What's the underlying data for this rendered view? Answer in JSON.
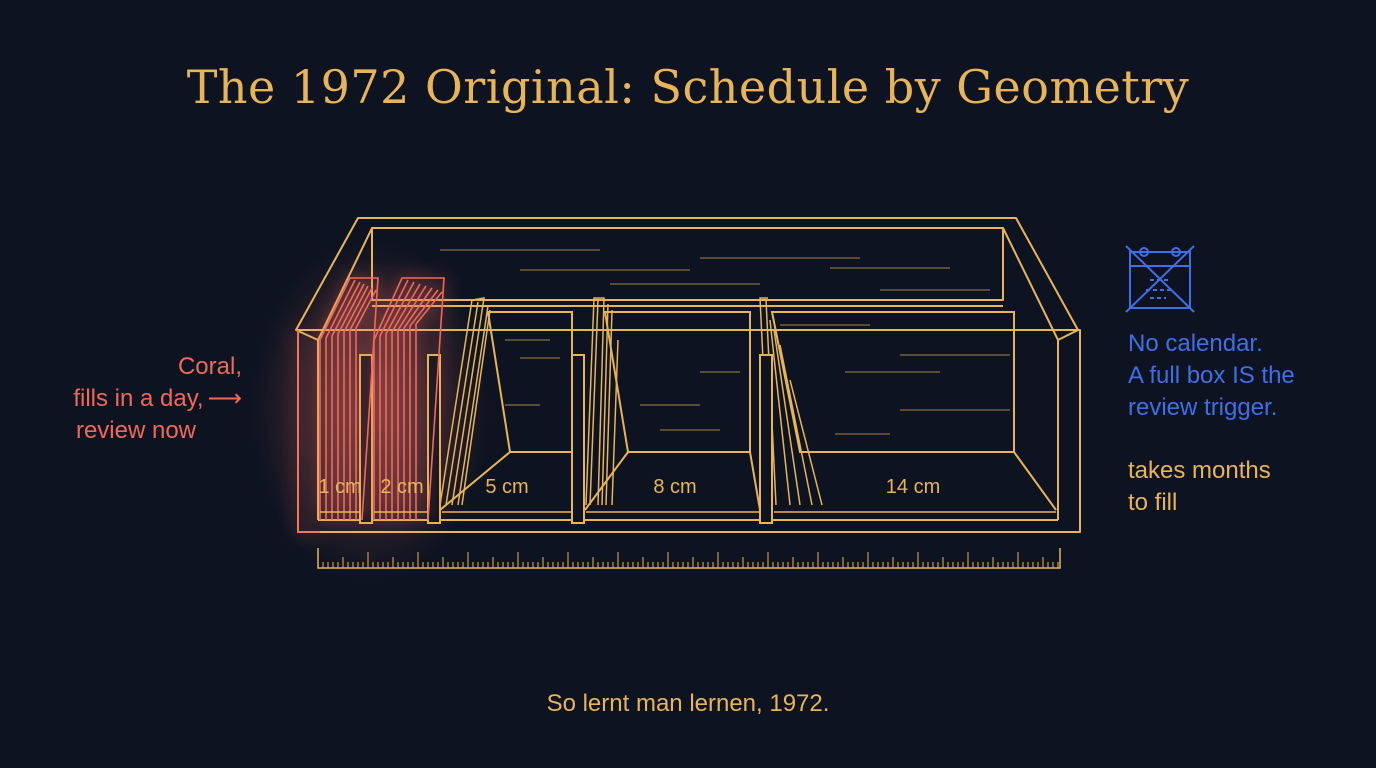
{
  "title": "The 1972 Original: Schedule by Geometry",
  "compartments": [
    {
      "label": "1 cm",
      "highlight": true
    },
    {
      "label": "2 cm",
      "highlight": true
    },
    {
      "label": "5 cm",
      "highlight": false
    },
    {
      "label": "8 cm",
      "highlight": false
    },
    {
      "label": "14 cm",
      "highlight": false
    }
  ],
  "coral_note": {
    "line1": "Coral,",
    "line2": "fills in a day,",
    "line3": "review now",
    "arrow": "⟶"
  },
  "calendar_note": {
    "icon": "crossed-out-calendar-icon",
    "line1": "No calendar.",
    "line2": "A full box IS the",
    "line3": "review trigger."
  },
  "months_note": {
    "line1": "takes months",
    "line2": "to fill"
  },
  "footer": "So lernt man lernen, 1972.",
  "colors": {
    "background": "#0d1321",
    "gold": "#e8b458",
    "coral": "#f0695a",
    "blue": "#3f6fe6"
  }
}
